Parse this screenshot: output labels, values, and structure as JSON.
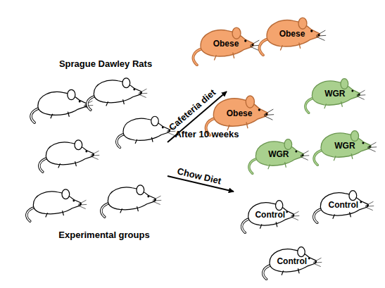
{
  "diagram": {
    "nodes": [
      {
        "text": [
          "Obese"
        ]
      },
      {
        "text": [
          "Obese"
        ]
      },
      {
        "text": [
          "Obese"
        ]
      },
      {
        "text": [
          "WGR"
        ]
      },
      {
        "text": [
          "WGR"
        ]
      },
      {
        "text": [
          "WGR"
        ]
      },
      {
        "text": [
          "Control"
        ]
      },
      {
        "text": [
          "Control"
        ]
      },
      {
        "text": [
          "Control"
        ]
      }
    ],
    "labels": [
      "Sprague Dawley Rats",
      "Cafeteria diet",
      "After 10 weeks",
      "Chow Diet",
      "Experimental groups"
    ]
  }
}
